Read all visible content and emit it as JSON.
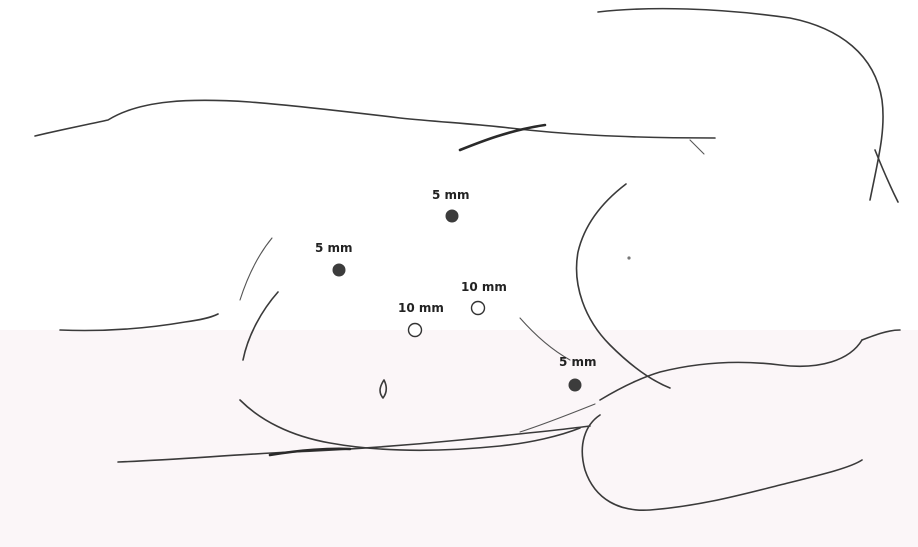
{
  "ports": [
    {
      "id": "port-upper-center",
      "type": "closed",
      "label": "5 mm"
    },
    {
      "id": "port-left",
      "type": "closed",
      "label": "5 mm"
    },
    {
      "id": "port-center-right",
      "type": "open",
      "label": "10 mm"
    },
    {
      "id": "port-center-left",
      "type": "open",
      "label": "10 mm"
    },
    {
      "id": "port-lower-right",
      "type": "closed",
      "label": "5 mm"
    }
  ],
  "colors": {
    "closed_port": "#3c3c3c",
    "open_port_fill": "#ffffff",
    "outline": "#3a3a3a"
  }
}
